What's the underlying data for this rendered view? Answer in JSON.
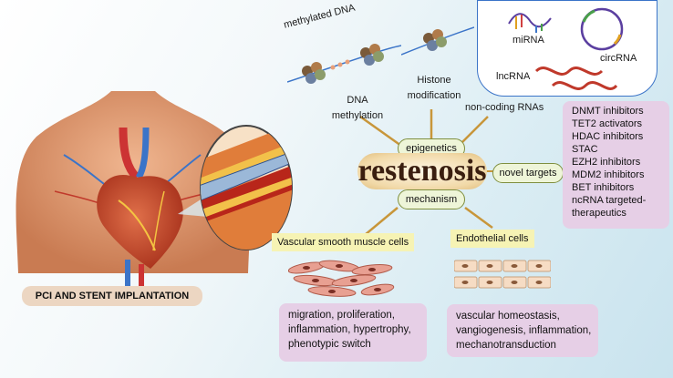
{
  "labels": {
    "methylated_dna": "methylated DNA",
    "dna_methylation_1": "DNA",
    "dna_methylation_2": "methylation",
    "histone_1": "Histone",
    "histone_2": "modification",
    "noncoding": "non-coding RNAs",
    "mirna": "miRNA",
    "circrna": "circRNA",
    "lncrna": "lncRNA",
    "epigenetics": "epigenetics",
    "restenosis": "restenosis",
    "mechanism": "mechanism",
    "novel_targets": "novel targets",
    "vsmc": "Vascular smooth muscle cells",
    "endothelial": "Endothelial cells",
    "pci": "PCI AND STENT IMPLANTATION"
  },
  "targets": [
    "DNMT inhibitors",
    "TET2  activators",
    "HDAC inhibitors",
    "STAC",
    "EZH2  inhibitors",
    "MDM2  inhibitors",
    "BET inhibitors",
    "ncRNA targeted-",
    "therapeutics"
  ],
  "vsmc_effects": [
    "migration,  proliferation,",
    "inflammation, hypertrophy,",
    "phenotypic switch"
  ],
  "endothelial_effects": [
    "vascular homeostasis,",
    "vangiogenesis, inflammation,",
    "mechanotransduction"
  ],
  "colors": {
    "connector": "#c8963a",
    "pill_fill": "#eef5d8",
    "pink_box": "#e6cfe6",
    "yellow_label": "#f6f3b4",
    "tan_box": "#ecd6c2",
    "rna_red": "#c0392b"
  }
}
